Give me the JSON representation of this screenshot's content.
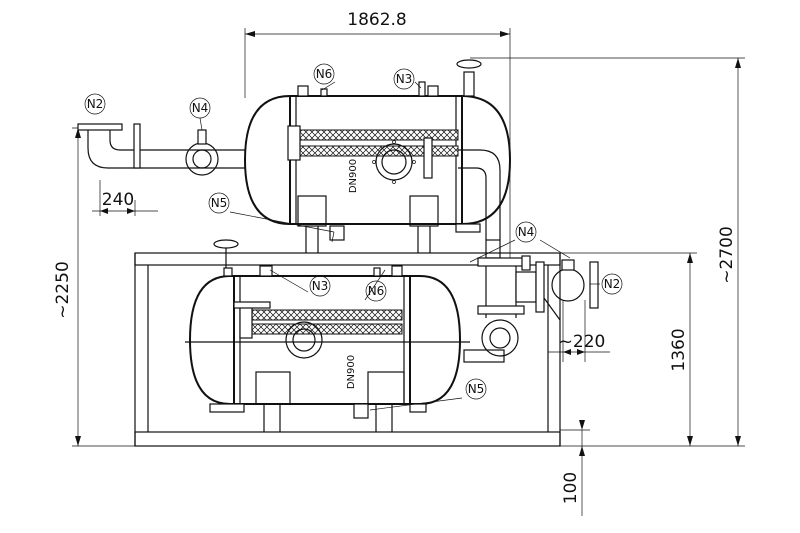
{
  "dimensions": {
    "top_width": "1862.8",
    "pipe_offset": "240",
    "height_left": "~2250",
    "height_right": "~2700",
    "height_mid": "1360",
    "nozzle_offset": "~220",
    "base_height": "100"
  },
  "nozzle_tags": {
    "n2_top_left": "N2",
    "n4_top": "N4",
    "n6_top": "N6",
    "n3_top": "N3",
    "n5_top": "N5",
    "n4_right": "N4",
    "n2_right": "N2",
    "n3_bottom": "N3",
    "n6_bottom": "N6",
    "n5_bottom": "N5"
  },
  "vessel_labels": {
    "upper": "DN900",
    "lower": "DN900"
  }
}
